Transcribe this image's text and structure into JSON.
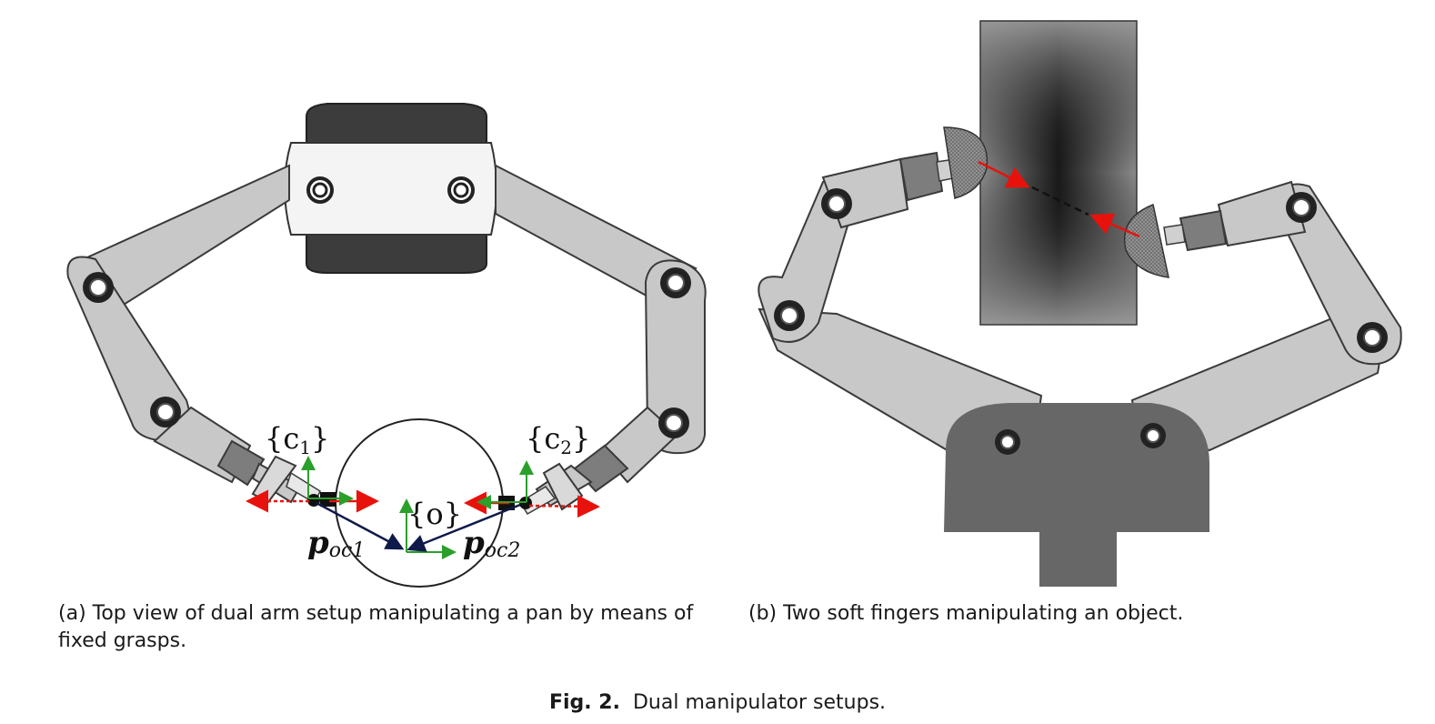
{
  "panel_a": {
    "frame_c1": "{c",
    "frame_c1_sub": "1",
    "frame_c1_close": "}",
    "frame_c2": "{c",
    "frame_c2_sub": "2",
    "frame_c2_close": "}",
    "frame_o": "{o}",
    "vector_1": "p",
    "vector_1_sub": "oc1",
    "vector_2": "p",
    "vector_2_sub": "oc2",
    "caption": "(a) Top view of dual arm setup manipulating a pan by means of fixed grasps."
  },
  "panel_b": {
    "caption": "(b) Two soft fingers manipulating an object."
  },
  "figure": {
    "label": "Fig. 2.",
    "title": "Dual manipulator setups."
  },
  "colors": {
    "link_fill": "#c8c8c8",
    "link_stroke": "#3a3a3a",
    "dark_part": "#3c3c3c",
    "base_b": "#676767",
    "red_arrow": "#e8120c",
    "green_axis": "#2aa02a",
    "navy_vector": "#0f1a4a"
  }
}
